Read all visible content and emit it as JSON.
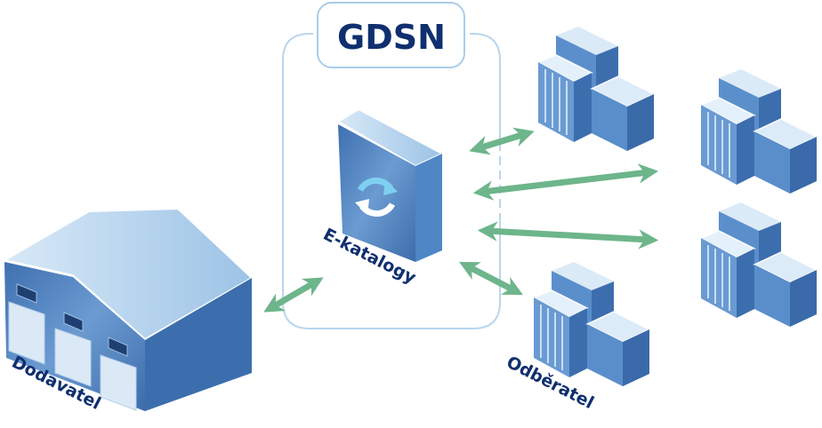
{
  "network": {
    "title": "GDSN"
  },
  "catalog": {
    "label": "E-katalogy",
    "icon": "sync-icon"
  },
  "supplier": {
    "label": "Dodavatel",
    "icon": "warehouse-icon"
  },
  "buyer": {
    "label": "Odběratel",
    "icon": "office-building-icon"
  },
  "colors": {
    "navy_text": "#0f2f6e",
    "arrow_green": "#6db58a",
    "frame_blue": "#a9cdea",
    "face_dark": "#3c6eae",
    "face_mid": "#5a8fcc",
    "face_light": "#c6def2"
  }
}
